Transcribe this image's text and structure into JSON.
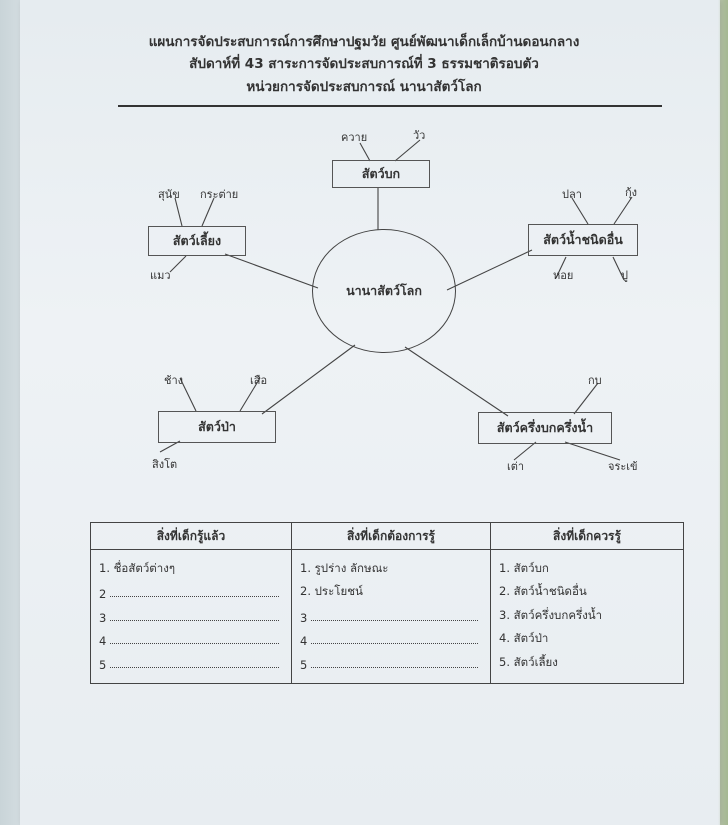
{
  "header": {
    "line1": "แผนการจัดประสบการณ์การศึกษาปฐมวัย   ศูนย์พัฒนาเด็กเล็กบ้านดอนกลาง",
    "line2": "สัปดาห์ที่ 43  สาระการจัดประสบการณ์ที่ 3  ธรรมชาติรอบตัว",
    "line3": "หน่วยการจัดประสบการณ์  นานาสัตว์โลก"
  },
  "web": {
    "center": "นานาสัตว์โลก",
    "land_animals": {
      "title": "สัตว์บก",
      "sub1": "ควาย",
      "sub2": "วัว"
    },
    "pets": {
      "title": "สัตว์เลี้ยง",
      "sub1": "สุนัข",
      "sub2": "กระต่าย",
      "sub3": "แมว"
    },
    "water_animals": {
      "title": "สัตว์น้ำชนิดอื่น",
      "sub1": "ปลา",
      "sub2": "กุ้ง",
      "sub3": "หอย",
      "sub4": "ปู"
    },
    "wild_animals": {
      "title": "สัตว์ป่า",
      "sub1": "ช้าง",
      "sub2": "เสือ",
      "sub3": "สิงโต"
    },
    "amphibians": {
      "title": "สัตว์ครึ่งบกครึ่งน้ำ",
      "sub1": "กบ",
      "sub2": "เต่า",
      "sub3": "จระเข้"
    }
  },
  "table": {
    "headers": [
      "สิ่งที่เด็กรู้แล้ว",
      "สิ่งที่เด็กต้องการรู้",
      "สิ่งที่เด็กควรรู้"
    ],
    "known": [
      "1. ชื่อสัตว์ต่างๆ",
      "2",
      "3",
      "4",
      "5"
    ],
    "want": [
      "1. รูปร่าง ลักษณะ",
      "2. ประโยชน์",
      "3",
      "4",
      "5"
    ],
    "should": [
      "1. สัตว์บก",
      "2. สัตว์น้ำชนิดอื่น",
      "3. สัตว์ครึ่งบกครึ่งน้ำ",
      "4. สัตว์ป่า",
      "5. สัตว์เลี้ยง"
    ]
  }
}
